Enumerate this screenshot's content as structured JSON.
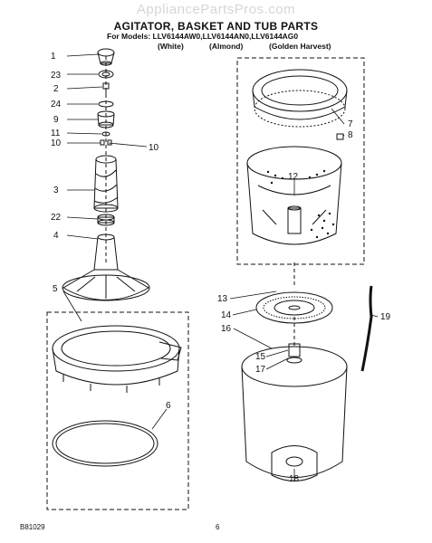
{
  "watermark": "AppliancePartsPros.com",
  "title": "AGITATOR, BASKET AND TUB PARTS",
  "models_line": "For Models: LLV6144AW0,LLV6144AN0,LLV6144AG0",
  "variants": [
    "(White)",
    "(Almond)",
    "(Golden Harvest)"
  ],
  "footer_left": "B81029",
  "footer_page": "6",
  "callouts": [
    "1",
    "23",
    "2",
    "24",
    "9",
    "11",
    "10",
    "10",
    "3",
    "22",
    "4",
    "5",
    "6",
    "7",
    "8",
    "12",
    "13",
    "14",
    "16",
    "15",
    "17",
    "18",
    "19"
  ],
  "colors": {
    "ink": "#111111",
    "paper": "#ffffff",
    "watermark": "#d6d6d6"
  }
}
